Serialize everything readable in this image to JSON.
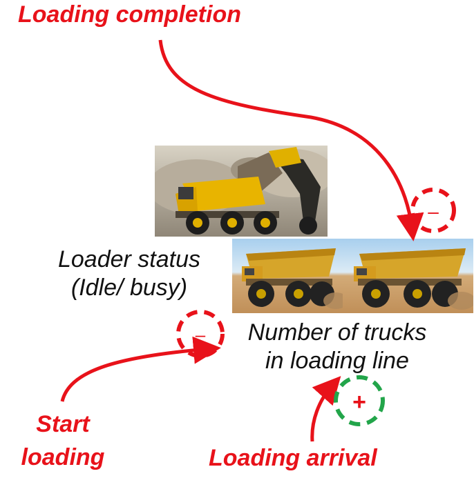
{
  "labels": {
    "loading_completion": "Loading completion",
    "loader_status_line1": "Loader status",
    "loader_status_line2": "(Idle/ busy)",
    "trucks_line1": "Number of trucks",
    "trucks_line2": "in loading line",
    "start_loading_line1": "Start",
    "start_loading_line2": "loading",
    "loading_arrival": "Loading arrival"
  },
  "signs": {
    "minus_top": "–",
    "minus_left": "–",
    "plus": "+"
  },
  "colors": {
    "red": "#e8121a",
    "green": "#22a54a",
    "truck_yellow": "#e8b400",
    "sky": "#bcd9ef",
    "sand": "#c9a070"
  },
  "icons": [
    "loader-truck-photo",
    "dump-truck-photo"
  ]
}
